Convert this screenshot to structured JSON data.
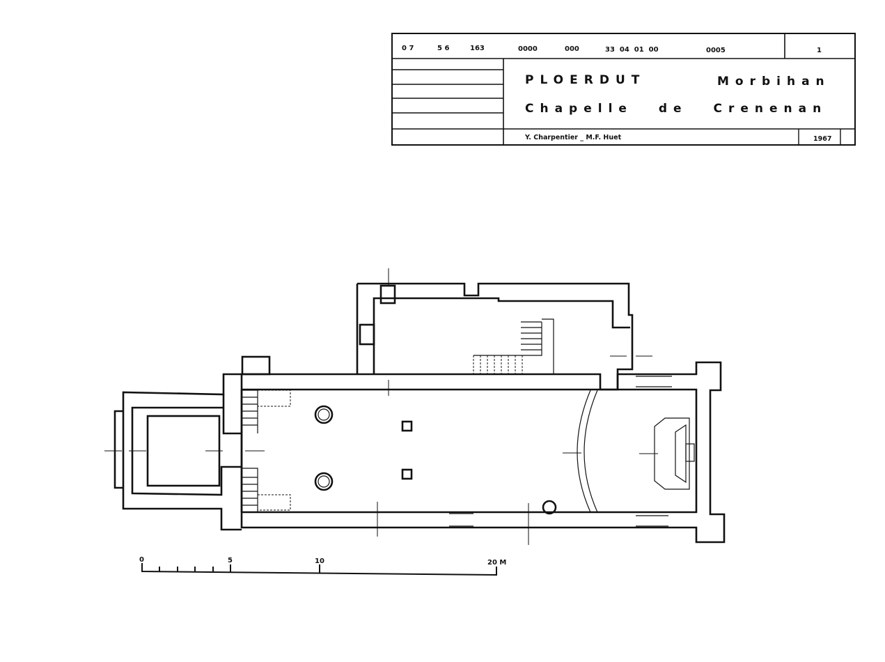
{
  "title_block": {
    "codes": [
      "0 7",
      "5 6",
      "163",
      "0000",
      "000",
      "33  04  01  00",
      "0005"
    ],
    "sheet_number": "1",
    "commune": "PLOERDUT",
    "department": "Morbihan",
    "building": "Chapelle de Crenenan",
    "authors": "Y. Charpentier _ M.F. Huet",
    "year": "1967"
  },
  "scale_bar": {
    "labels": [
      "0",
      "5",
      "10",
      "20 M"
    ]
  }
}
